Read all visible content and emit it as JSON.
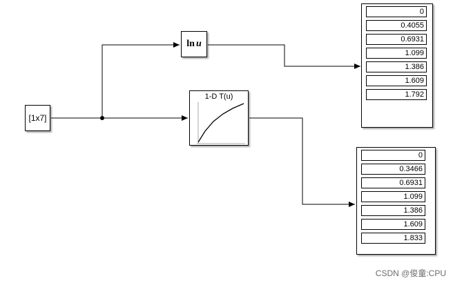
{
  "constant_block": {
    "label": "[1x7]"
  },
  "ln_block": {
    "label": "ln",
    "var": "u"
  },
  "lookup_block": {
    "title": "1-D T(u)"
  },
  "display1": {
    "values": [
      "0",
      "0.4055",
      "0.6931",
      "1.099",
      "1.386",
      "1.609",
      "1.792"
    ]
  },
  "display2": {
    "values": [
      "0",
      "0.3466",
      "0.6931",
      "1.099",
      "1.386",
      "1.609",
      "1.833"
    ]
  },
  "watermark": "CSDN @俊童:CPU"
}
